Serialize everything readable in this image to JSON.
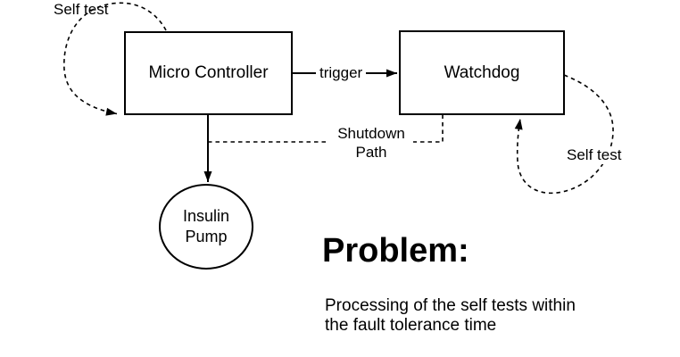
{
  "diagram": {
    "nodes": {
      "micro_controller": {
        "label": "Micro Controller"
      },
      "watchdog": {
        "label": "Watchdog"
      },
      "insulin_pump": {
        "label_line1": "Insulin",
        "label_line2": "Pump"
      }
    },
    "edges": {
      "trigger": {
        "label": "trigger"
      },
      "shutdown_path": {
        "label_line1": "Shutdown",
        "label_line2": "Path"
      },
      "self_test_left": {
        "label": "Self test"
      },
      "self_test_right": {
        "label": "Self test"
      }
    },
    "colors": {
      "stroke": "#000000",
      "node_fill": "#ffffff",
      "background": "#ffffff",
      "text": "#000000"
    }
  },
  "annotation": {
    "heading": "Problem:",
    "body_line1": "Processing of the self tests within",
    "body_line2": "the fault tolerance time"
  }
}
